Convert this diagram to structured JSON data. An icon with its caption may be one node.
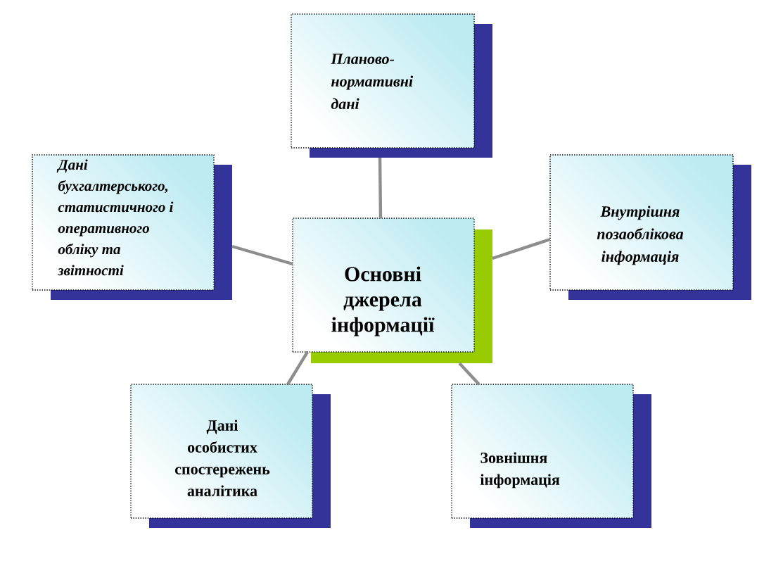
{
  "diagram": {
    "nodes": [
      {
        "text": [
          "Планово-нормативні дані"
        ]
      },
      {
        "text": [
          "Дані бухгалтерського, статистичного і оперативного обліку та звітності"
        ]
      },
      {
        "text": [
          "Основні джерела інформації"
        ]
      },
      {
        "text": [
          "Внутрішня позаоблікова інформація"
        ]
      },
      {
        "text": [
          "Дані особистих спостережень аналітика"
        ]
      },
      {
        "text": [
          "Зовнішня інформація"
        ]
      }
    ],
    "edges": [
      {
        "from": 2,
        "to": 0,
        "arrow": "none"
      },
      {
        "from": 2,
        "to": 1,
        "arrow": "none"
      },
      {
        "from": 2,
        "to": 3,
        "arrow": "none"
      },
      {
        "from": 2,
        "to": 4,
        "arrow": "none"
      },
      {
        "from": 2,
        "to": 5,
        "arrow": "none"
      }
    ]
  }
}
